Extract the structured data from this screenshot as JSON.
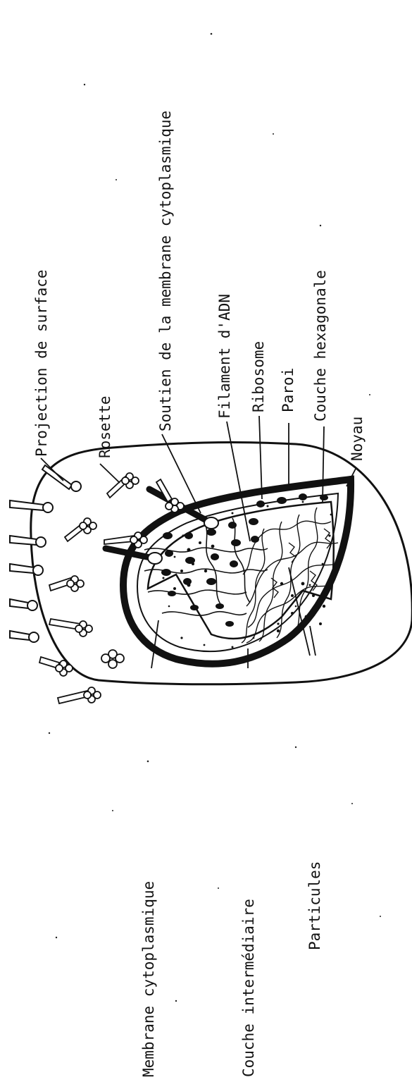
{
  "figure": {
    "labels": {
      "projection_de_surface": "Projection de surface",
      "rosette": "Rosette",
      "soutien_membrane": "Soutien de la membrane cytoplasmique",
      "filament_adn": "Filament d'ADN",
      "ribosome": "Ribosome",
      "paroi": "Paroi",
      "couche_hexagonale": "Couche hexagonale",
      "noyau": "Noyau",
      "membrane_cytoplasmique": "Membrane cytoplasmique",
      "couche_intermediaire": "Couche intermédiaire",
      "particules": "Particules"
    },
    "colors": {
      "ink": "#111111",
      "paper": "#ffffff"
    }
  }
}
